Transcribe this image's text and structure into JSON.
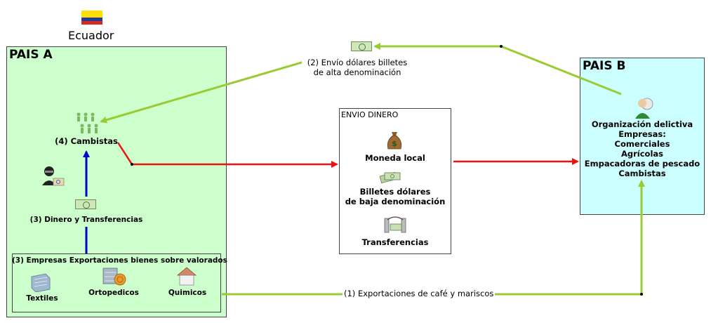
{
  "country": {
    "name": "Ecuador",
    "flag_colors": [
      "#ffdd00",
      "#1f3c9e",
      "#d52b1e"
    ]
  },
  "pais_a": {
    "title": "PAIS A",
    "cambistas": "(4) Cambistas",
    "dinero": "(3) Dinero y Transferencias",
    "empresas": {
      "title": "(3) Empresas Exportaciones bienes sobre valorados",
      "items": [
        "Textiles",
        "Ortopedicos",
        "Quimicos"
      ]
    }
  },
  "envio": {
    "title": "ENVIO DINERO",
    "moneda": "Moneda local",
    "billetes_line1": "Billetes dólares",
    "billetes_line2": "de baja denominación",
    "transferencias": "Transferencias"
  },
  "pais_b": {
    "title": "PAIS B",
    "lines": [
      "Organización delictiva",
      "Empresas:",
      "Comerciales",
      "Agrícolas",
      "Empacadoras de pescado",
      "Cambistas"
    ]
  },
  "flows": {
    "envio_dolares_line1": "(2) Envío dólares billetes",
    "envio_dolares_line2": "de alta denominación",
    "exportaciones": "(1) Exportaciones de café y mariscos"
  },
  "colors": {
    "pais_a_bg": "#ccffcc",
    "pais_b_bg": "#ccffff",
    "green_arrow": "#99cc33",
    "red_arrow": "#ee1111",
    "blue_arrow": "#0000cc"
  }
}
